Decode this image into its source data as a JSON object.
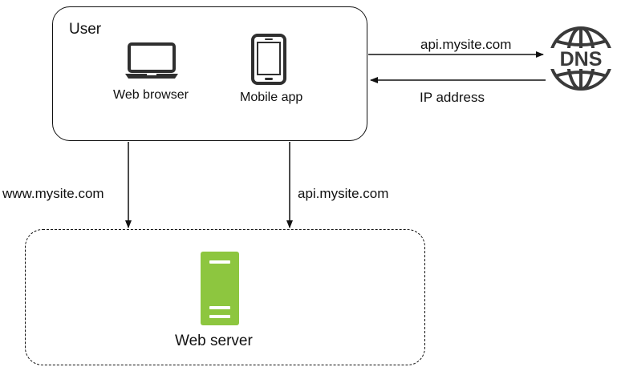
{
  "user": {
    "title": "User",
    "web_browser_label": "Web browser",
    "mobile_app_label": "Mobile app"
  },
  "dns": {
    "icon_text": "DNS",
    "request_label": "api.mysite.com",
    "response_label": "IP address"
  },
  "edges": {
    "browser_to_server_label": "www.mysite.com",
    "mobile_to_server_label": "api.mysite.com"
  },
  "server": {
    "label": "Web server"
  },
  "colors": {
    "stroke": "#111111",
    "icon_dark": "#3a3a3a",
    "server_green": "#8dc63f",
    "server_stripe": "#ffffff"
  }
}
